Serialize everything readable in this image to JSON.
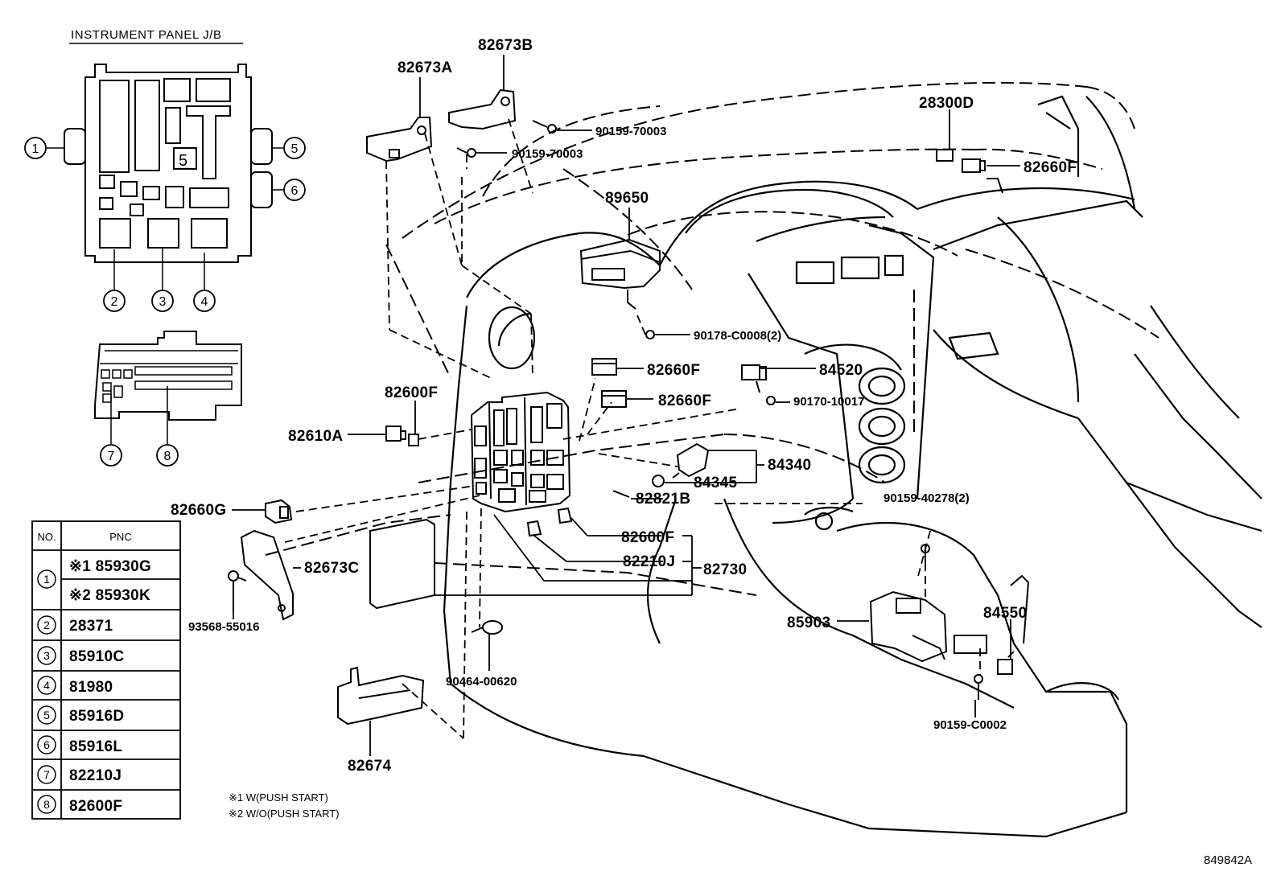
{
  "title": "INSTRUMENT PANEL J/B",
  "figure_code": "849842A",
  "jb_callouts": [
    "1",
    "2",
    "3",
    "4",
    "5",
    "6",
    "7",
    "8"
  ],
  "part_labels": {
    "p82673B": "82673B",
    "p82673A": "82673A",
    "p90159_70003_a": "90159-70003",
    "p90159_70003_b": "90159-70003",
    "p28300D": "28300D",
    "p82660F_top": "82660F",
    "p89650": "89650",
    "p90178": "90178-C0008(2)",
    "p82660F_a": "82660F",
    "p84520": "84520",
    "p82660F_b": "82660F",
    "p90170": "90170-10017",
    "p82600F_a": "82600F",
    "p82610A": "82610A",
    "p84340": "84340",
    "p84345": "84345",
    "p82821B": "82821B",
    "p90159_40278": "90159-40278(2)",
    "p82660G": "82660G",
    "p82600F_b": "82600F",
    "p82673C": "82673C",
    "p82210J": "82210J",
    "p82730": "82730",
    "p85903": "85903",
    "p84550": "84550",
    "p93568": "93568-55016",
    "p90464": "90464-00620",
    "p90159_C0002": "90159-C0002",
    "p82674": "82674"
  },
  "table": {
    "headers": [
      "NO.",
      "PNC"
    ],
    "rows": [
      {
        "no": "1",
        "pnc": "※1  85930G"
      },
      {
        "no": "",
        "pnc": "※2  85930K"
      },
      {
        "no": "2",
        "pnc": "28371"
      },
      {
        "no": "3",
        "pnc": "85910C"
      },
      {
        "no": "4",
        "pnc": "81980"
      },
      {
        "no": "5",
        "pnc": "85916D"
      },
      {
        "no": "6",
        "pnc": "85916L"
      },
      {
        "no": "7",
        "pnc": "82210J"
      },
      {
        "no": "8",
        "pnc": "82600F"
      }
    ]
  },
  "notes": [
    "※1 W(PUSH START)",
    "※2 W/O(PUSH START)"
  ]
}
